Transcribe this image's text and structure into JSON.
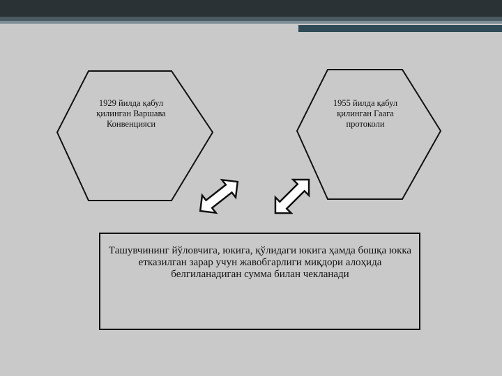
{
  "slide": {
    "left_hexagon_text": "1929 йилда қабул қилинган Варшава Конвенцияси",
    "right_hexagon_text": "1955 йилда қабул қилинган Гаага протоколи",
    "bottom_box_text": "Ташувчининг йўловчига, юкига, қўлидаги юкига ҳамда бошқа юкка етказилган зарар учун жавобгарлиги миқдори алоҳида белгиланадиган сумма билан чекланади"
  },
  "colors": {
    "background": "#c9c9c9",
    "top_bar": "#2b3236",
    "accent_bar": "#2f4a55",
    "stroke": "#111111"
  },
  "icons": [
    "double-arrow-icon",
    "double-arrow-icon"
  ]
}
